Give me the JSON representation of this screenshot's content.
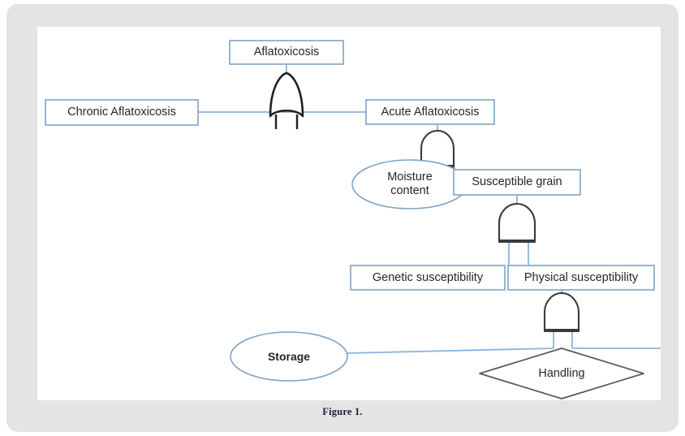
{
  "figure": {
    "caption": "Figure 1.",
    "colors": {
      "page_background": "#ffffff",
      "frame_background": "#e4e4e4",
      "canvas_background": "#ffffff",
      "box_border": "#7da3c4",
      "connector_line": "#8ab4dd",
      "gate_outline": "#3a3a3a",
      "ellipse_border": "#7da3c4",
      "diamond_border": "#595959",
      "text": "#262626",
      "caption_text": "#1d1d3a"
    }
  },
  "nodes": {
    "top_event": {
      "label": "Aflatoxicosis",
      "shape": "rectangle"
    },
    "chronic": {
      "label": "Chronic Aflatoxicosis",
      "shape": "rectangle"
    },
    "acute": {
      "label": "Acute Aflatoxicosis",
      "shape": "rectangle"
    },
    "moisture": {
      "label": "Moisture\ncontent",
      "shape": "ellipse"
    },
    "susceptible_grain": {
      "label": "Susceptible grain",
      "shape": "rectangle"
    },
    "genetic": {
      "label": "Genetic susceptibility",
      "shape": "rectangle"
    },
    "physical": {
      "label": "Physical susceptibility",
      "shape": "rectangle"
    },
    "storage": {
      "label": "Storage",
      "shape": "ellipse",
      "bold": true
    },
    "handling": {
      "label": "Handling",
      "shape": "diamond"
    }
  },
  "gates": [
    {
      "id": "gate-top",
      "type": "or",
      "output_to": "top_event",
      "inputs": [
        "chronic",
        "acute"
      ]
    },
    {
      "id": "gate-acute",
      "type": "and",
      "output_to": "acute",
      "inputs": [
        "moisture",
        "susceptible_grain"
      ]
    },
    {
      "id": "gate-grain",
      "type": "and",
      "output_to": "susceptible_grain",
      "inputs": [
        "genetic",
        "physical"
      ]
    },
    {
      "id": "gate-physical",
      "type": "and",
      "output_to": "physical",
      "inputs": [
        "storage",
        "handling"
      ]
    }
  ]
}
